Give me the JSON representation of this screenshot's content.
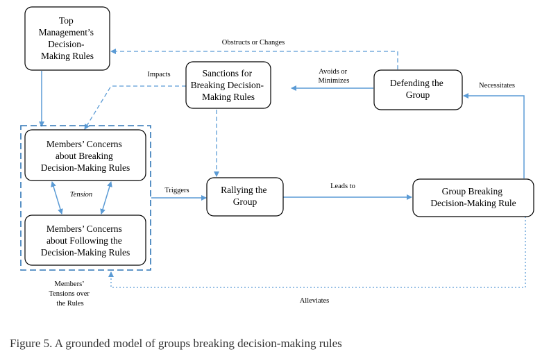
{
  "nodes": {
    "top_mgmt": [
      "Top",
      "Management’s",
      "Decision-",
      "Making Rules"
    ],
    "sanctions": [
      "Sanctions for",
      "Breaking Decision-",
      "Making Rules"
    ],
    "defending": [
      "Defending the",
      "Group"
    ],
    "concerns_breaking": [
      "Members’ Concerns",
      "about Breaking",
      "Decision-Making Rules"
    ],
    "concerns_following": [
      "Members’ Concerns",
      "about Following the",
      "Decision-Making Rules"
    ],
    "rallying": [
      "Rallying the",
      "Group"
    ],
    "group_breaking": [
      "Group Breaking",
      "Decision-Making Rule"
    ]
  },
  "edge_labels": {
    "obstructs": "Obstructs or Changes",
    "impacts": "Impacts",
    "avoids": [
      "Avoids or",
      "Minimizes"
    ],
    "necessitates": "Necessitates",
    "tension": "Tension",
    "triggers": "Triggers",
    "leads_to": "Leads to",
    "members_tensions": [
      "Members’",
      "Tensions over",
      "the Rules"
    ],
    "alleviates": "Alleviates"
  },
  "colors": {
    "arrow": "#5b9bd5",
    "box_border": "#000000",
    "group_border": "#2e75b6"
  },
  "caption": "Figure 5. A grounded model of groups breaking decision-making rules"
}
